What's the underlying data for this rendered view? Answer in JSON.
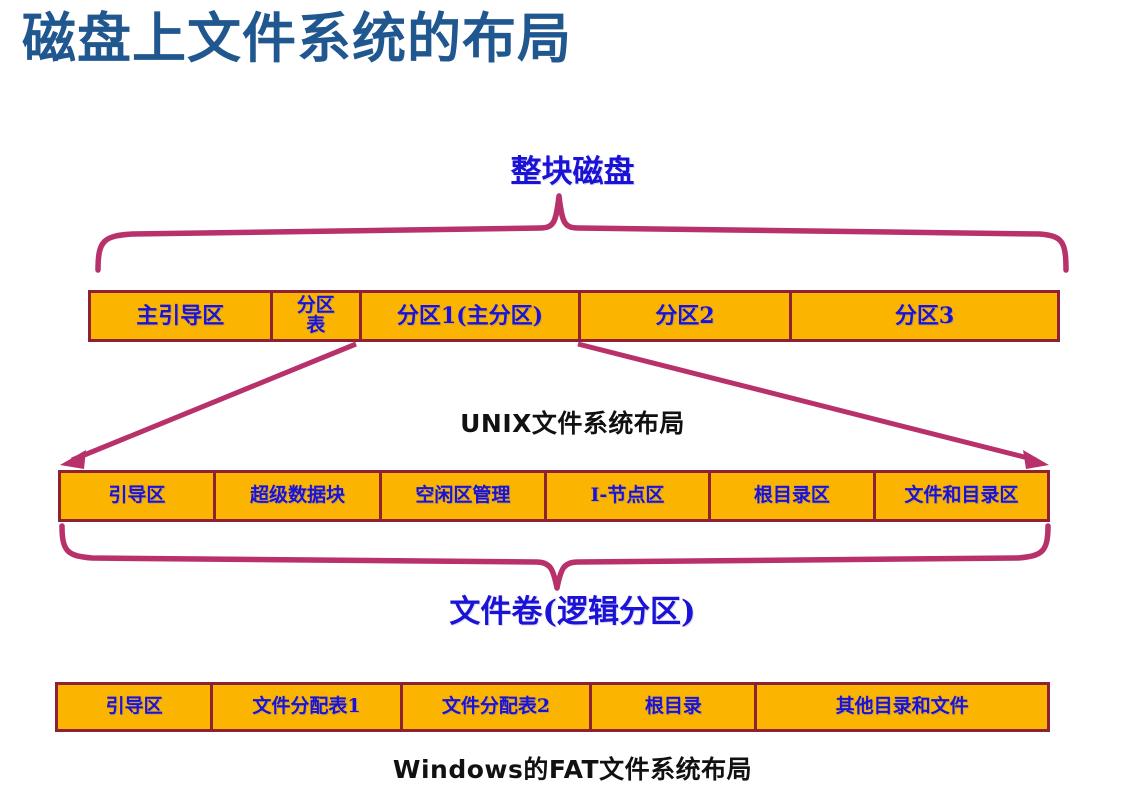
{
  "slide": {
    "title": "磁盘上文件系统的布局",
    "title_color": "#21578f",
    "background": "#ffffff"
  },
  "palette": {
    "box_fill": "#fbb400",
    "box_border": "#8c2234",
    "box_text": "#1a12d6",
    "brace_color": "#b8316a",
    "arrow_color": "#b8316a",
    "label_blue": "#1a12d6",
    "label_black": "#111111"
  },
  "labels": {
    "whole_disk": "整块磁盘",
    "unix_layout": "UNIX文件系统布局",
    "file_volume": "文件卷(逻辑分区)",
    "fat_layout": "Windows的FAT文件系统布局"
  },
  "disk_row": {
    "name": "whole-disk-partition-map",
    "cells": [
      {
        "label": "主引导区",
        "flex": 182
      },
      {
        "label": "分区\n表",
        "flex": 88,
        "narrow": true
      },
      {
        "label": "分区1(主分区)",
        "flex": 220
      },
      {
        "label": "分区2",
        "flex": 212
      },
      {
        "label": "分区3",
        "flex": 270
      }
    ]
  },
  "unix_row": {
    "name": "unix-file-system-layout",
    "cells": [
      {
        "label": "引导区",
        "flex": 155
      },
      {
        "label": "超级数据块",
        "flex": 167
      },
      {
        "label": "空闲区管理",
        "flex": 165
      },
      {
        "label": "I-节点区",
        "flex": 165
      },
      {
        "label": "根目录区",
        "flex": 165
      },
      {
        "label": "文件和目录区",
        "flex": 175
      }
    ]
  },
  "fat_row": {
    "name": "windows-fat-layout",
    "cells": [
      {
        "label": "引导区",
        "flex": 155
      },
      {
        "label": "文件分配表1",
        "flex": 190
      },
      {
        "label": "文件分配表2",
        "flex": 190
      },
      {
        "label": "根目录",
        "flex": 165
      },
      {
        "label": "其他目录和文件",
        "flex": 295
      }
    ]
  },
  "connectors": {
    "top_brace": {
      "name": "whole-disk-brace",
      "direction": "up",
      "spans": "disk row"
    },
    "bottom_brace": {
      "name": "file-volume-brace",
      "direction": "down",
      "spans": "unix row"
    },
    "left_arrow": {
      "name": "partition1-left-expand-arrow"
    },
    "right_arrow": {
      "name": "partition1-right-expand-arrow"
    }
  }
}
